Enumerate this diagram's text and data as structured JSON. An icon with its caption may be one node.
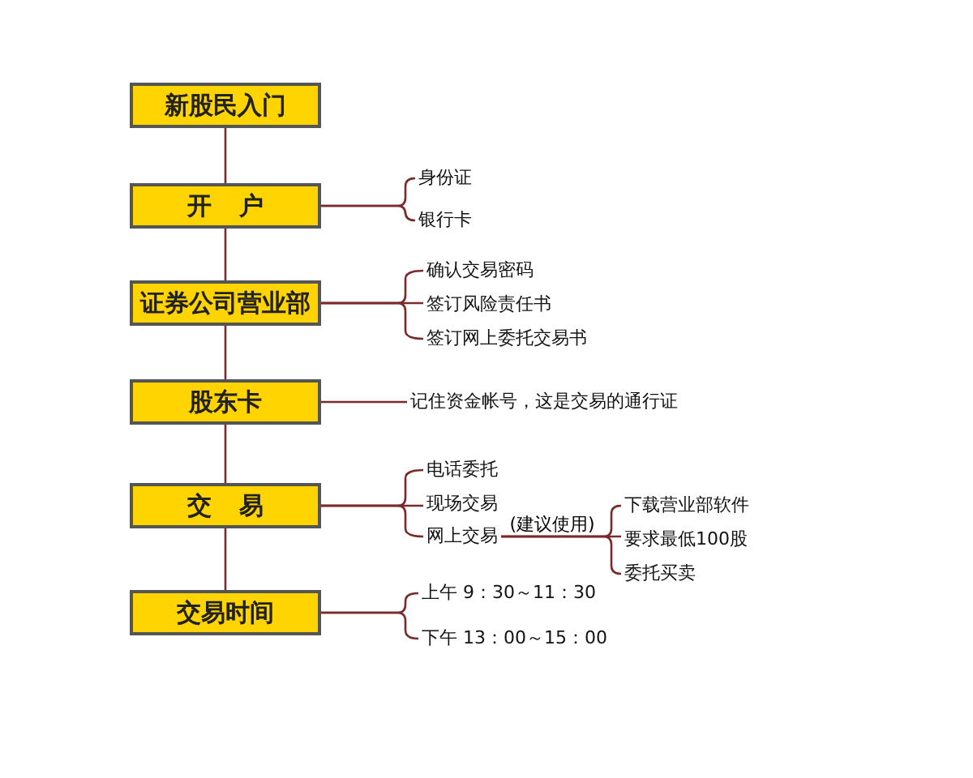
{
  "diagram": {
    "nodes": [
      {
        "text": [
          "新股民入门"
        ]
      },
      {
        "text": [
          "开 户"
        ]
      },
      {
        "text": [
          "证券公司营业部"
        ]
      },
      {
        "text": [
          "股东卡"
        ]
      },
      {
        "text": [
          "交 易"
        ]
      },
      {
        "text": [
          "交易时间"
        ]
      },
      {
        "text": [
          "身份证"
        ]
      },
      {
        "text": [
          "银行卡"
        ]
      },
      {
        "text": [
          "确认交易密码"
        ]
      },
      {
        "text": [
          "签订风险责任书"
        ]
      },
      {
        "text": [
          "签订网上委托交易书"
        ]
      },
      {
        "text": [
          "记住资金帐号，这是交易的通行证"
        ]
      },
      {
        "text": [
          "电话委托"
        ]
      },
      {
        "text": [
          "现场交易"
        ]
      },
      {
        "text": [
          "网上交易"
        ]
      },
      {
        "text": [
          "下载营业部软件"
        ]
      },
      {
        "text": [
          "要求最低100股"
        ]
      },
      {
        "text": [
          "委托买卖"
        ]
      },
      {
        "text": [
          "上午 9：30～11：30"
        ]
      },
      {
        "text": [
          "下午 13：00～15：00"
        ]
      }
    ],
    "edges": [
      {
        "from": 0,
        "to": 1,
        "arrow": "none"
      },
      {
        "from": 1,
        "to": 2,
        "arrow": "none"
      },
      {
        "from": 2,
        "to": 3,
        "arrow": "none"
      },
      {
        "from": 3,
        "to": 4,
        "arrow": "none"
      },
      {
        "from": 4,
        "to": 5,
        "arrow": "none"
      },
      {
        "from": 1,
        "to": 6,
        "arrow": "none"
      },
      {
        "from": 1,
        "to": 7,
        "arrow": "none"
      },
      {
        "from": 2,
        "to": 8,
        "arrow": "none"
      },
      {
        "from": 2,
        "to": 9,
        "arrow": "none"
      },
      {
        "from": 2,
        "to": 10,
        "arrow": "none"
      },
      {
        "from": 3,
        "to": 11,
        "arrow": "none"
      },
      {
        "from": 4,
        "to": 12,
        "arrow": "none"
      },
      {
        "from": 4,
        "to": 13,
        "arrow": "none"
      },
      {
        "from": 4,
        "to": 14,
        "arrow": "none"
      },
      {
        "from": 14,
        "to": 15,
        "arrow": "none",
        "label": "(建议使用)"
      },
      {
        "from": 14,
        "to": 16,
        "arrow": "none"
      },
      {
        "from": 14,
        "to": 17,
        "arrow": "none"
      },
      {
        "from": 5,
        "to": 18,
        "arrow": "none"
      },
      {
        "from": 5,
        "to": 19,
        "arrow": "none"
      }
    ]
  }
}
